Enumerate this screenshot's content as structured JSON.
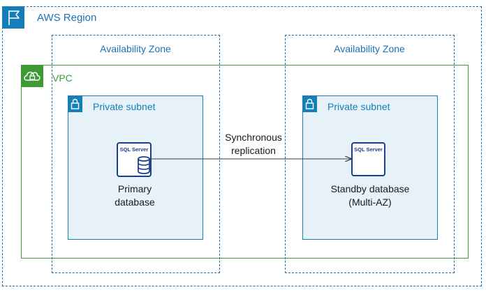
{
  "region": {
    "label": "AWS Region",
    "icon": "flag-icon",
    "color": "#147eba"
  },
  "zones": [
    {
      "label": "Availability Zone"
    },
    {
      "label": "Availability Zone"
    }
  ],
  "vpc": {
    "label": "VPC",
    "icon": "cloud-lock-icon",
    "color": "#3c9b34"
  },
  "subnets": [
    {
      "label": "Private subnet",
      "icon": "lock-icon"
    },
    {
      "label": "Private subnet",
      "icon": "lock-icon"
    }
  ],
  "databases": {
    "primary": {
      "badge": "SQL Server",
      "line1": "Primary",
      "line2": "database"
    },
    "standby": {
      "badge": "SQL Server",
      "line1": "Standby database",
      "line2": "(Multi-AZ)"
    }
  },
  "replication": {
    "line1": "Synchronous",
    "line2": "replication"
  },
  "colors": {
    "subnet_fill": "#e6f2f8",
    "accent_blue": "#147eba",
    "text": "#1a1a1a"
  }
}
